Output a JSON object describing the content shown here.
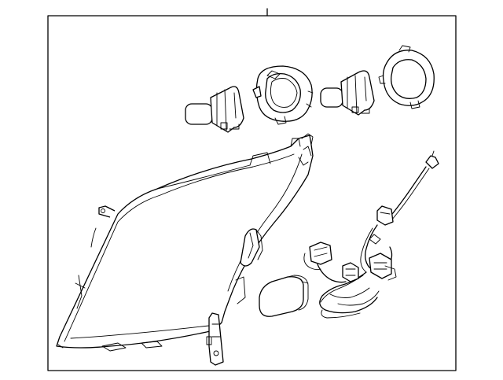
{
  "colors": {
    "line": "#000000",
    "background": "#ffffff"
  },
  "parts": [
    {
      "id": "headlamp-assembly",
      "icon": "headlamp-housing-icon"
    },
    {
      "id": "bulb-left",
      "icon": "bulb-icon"
    },
    {
      "id": "socket-ring-left",
      "icon": "retaining-ring-icon"
    },
    {
      "id": "bulb-right",
      "icon": "bulb-icon"
    },
    {
      "id": "cover-cap-right",
      "icon": "cover-cap-icon"
    },
    {
      "id": "wiring-harness",
      "icon": "wiring-harness-icon"
    },
    {
      "id": "side-reflector",
      "icon": "reflector-icon"
    }
  ]
}
